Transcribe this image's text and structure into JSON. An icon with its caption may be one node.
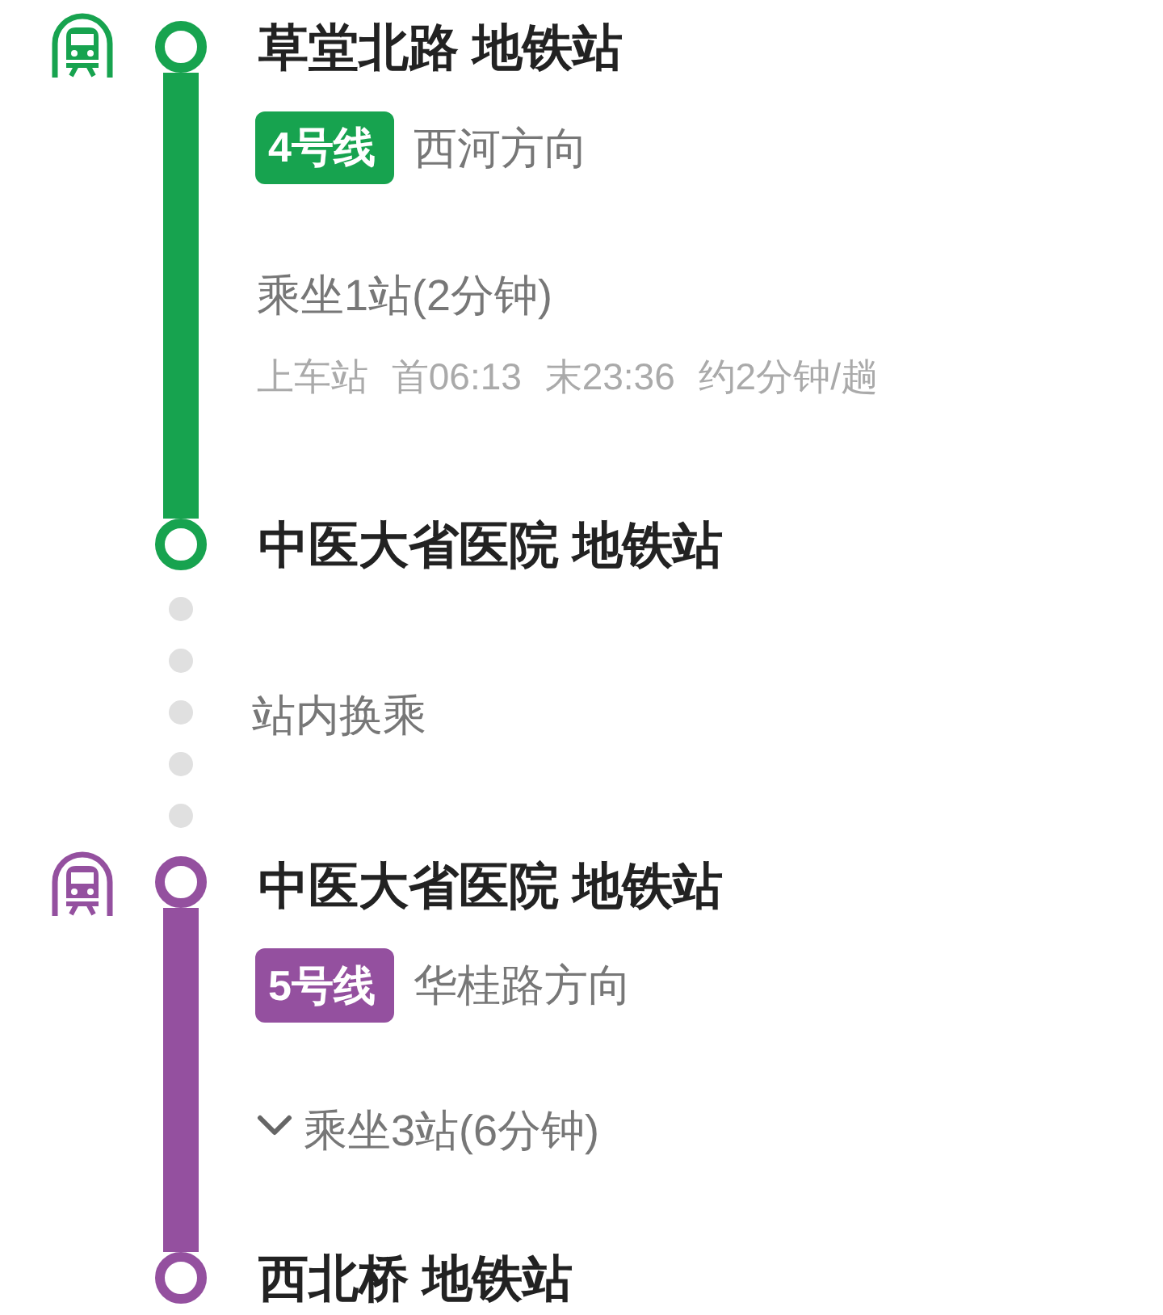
{
  "diagram": {
    "nodes": [
      {
        "text": [],
        "shape": "circle",
        "beside": [
          "草堂北路 地铁站"
        ]
      },
      {
        "text": [
          "4号线"
        ],
        "beside": [
          "西河方向"
        ]
      },
      {
        "text": [],
        "shape": "circle",
        "beside": [
          "中医大省医院 地铁站"
        ]
      },
      {
        "text": [],
        "shape": "circle",
        "beside": [
          "中医大省医院 地铁站"
        ]
      },
      {
        "text": [
          "5号线"
        ],
        "beside": [
          "华桂路方向"
        ]
      },
      {
        "text": [],
        "shape": "circle",
        "beside": [
          "西北桥 地铁站"
        ]
      }
    ],
    "edges": [
      {
        "from": 0,
        "to": 2,
        "arrow": "none",
        "color": "#17a34f"
      },
      {
        "from": 2,
        "to": 3,
        "arrow": "none",
        "style": "dashed",
        "color": "#e0e0e0",
        "label": "站内换乘"
      },
      {
        "from": 3,
        "to": 5,
        "arrow": "none",
        "color": "#94509f"
      }
    ],
    "labels": [
      "乘坐1站(2分钟)",
      "上车站 首06:13 末23:36 约2分钟/趟",
      "乘坐3站(6分钟)"
    ]
  }
}
